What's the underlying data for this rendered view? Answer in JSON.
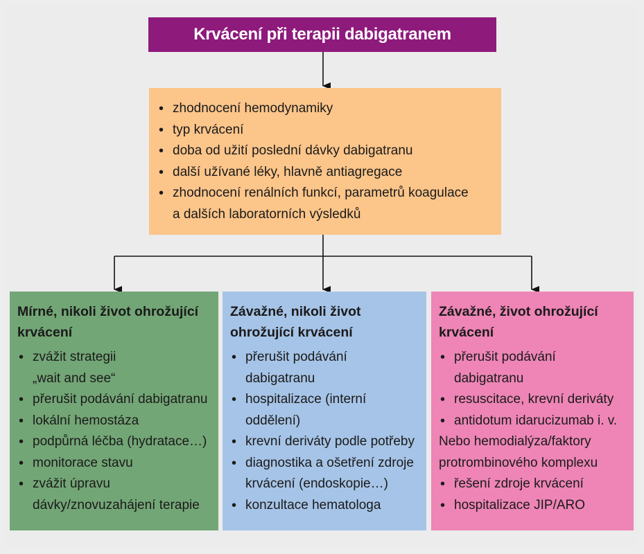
{
  "title": "Krvácení při terapii dabigatranem",
  "assessment": {
    "items": [
      [
        "zhodnocení hemodynamiky"
      ],
      [
        "typ krvácení"
      ],
      [
        "doba od užití poslední dávky dabigatranu"
      ],
      [
        "další užívané léky, hlavně antiagregace"
      ],
      [
        "zhodnocení renálních funkcí, parametrů koagulace",
        "a dalších laboratorních výsledků"
      ]
    ]
  },
  "columns": [
    {
      "heading": [
        "Mírné, nikoli život ohrožující",
        "krvácení"
      ],
      "color": "#73a676",
      "items": [
        {
          "bullet": true,
          "lines": [
            "zvážit strategii",
            "„wait and see“"
          ]
        },
        {
          "bullet": true,
          "lines": [
            "přerušit podávání dabigatranu"
          ]
        },
        {
          "bullet": true,
          "lines": [
            "lokální hemostáza"
          ]
        },
        {
          "bullet": true,
          "lines": [
            "podpůrná léčba (hydratace…)"
          ]
        },
        {
          "bullet": true,
          "lines": [
            "monitorace stavu"
          ]
        },
        {
          "bullet": true,
          "lines": [
            "zvážit úpravu",
            "dávky/znovuzahájení terapie"
          ]
        }
      ]
    },
    {
      "heading": [
        "Závažné, nikoli život",
        "ohrožující krvácení"
      ],
      "color": "#a6c4e7",
      "items": [
        {
          "bullet": true,
          "lines": [
            "přerušit podávání",
            "dabigatranu"
          ]
        },
        {
          "bullet": true,
          "lines": [
            "hospitalizace (interní",
            "oddělení)"
          ]
        },
        {
          "bullet": true,
          "lines": [
            "krevní deriváty podle potřeby"
          ]
        },
        {
          "bullet": true,
          "lines": [
            "diagnostika a ošetření zdroje",
            "krvácení (endoskopie…)"
          ]
        },
        {
          "bullet": true,
          "lines": [
            "konzultace hematologa"
          ]
        }
      ]
    },
    {
      "heading": [
        "Závažné, život ohrožující",
        "krvácení"
      ],
      "color": "#ee85b6",
      "items": [
        {
          "bullet": true,
          "lines": [
            "přerušit podávání",
            "dabigatranu"
          ]
        },
        {
          "bullet": true,
          "lines": [
            "resuscitace, krevní deriváty"
          ]
        },
        {
          "bullet": true,
          "lines": [
            "antidotum idarucizumab i. v."
          ]
        },
        {
          "bullet": false,
          "lines": [
            "Nebo hemodialýza/faktory",
            "protrombinového komplexu"
          ]
        },
        {
          "bullet": true,
          "lines": [
            "řešení zdroje krvácení"
          ]
        },
        {
          "bullet": true,
          "lines": [
            "hospitalizace JIP/ARO"
          ]
        }
      ]
    }
  ]
}
